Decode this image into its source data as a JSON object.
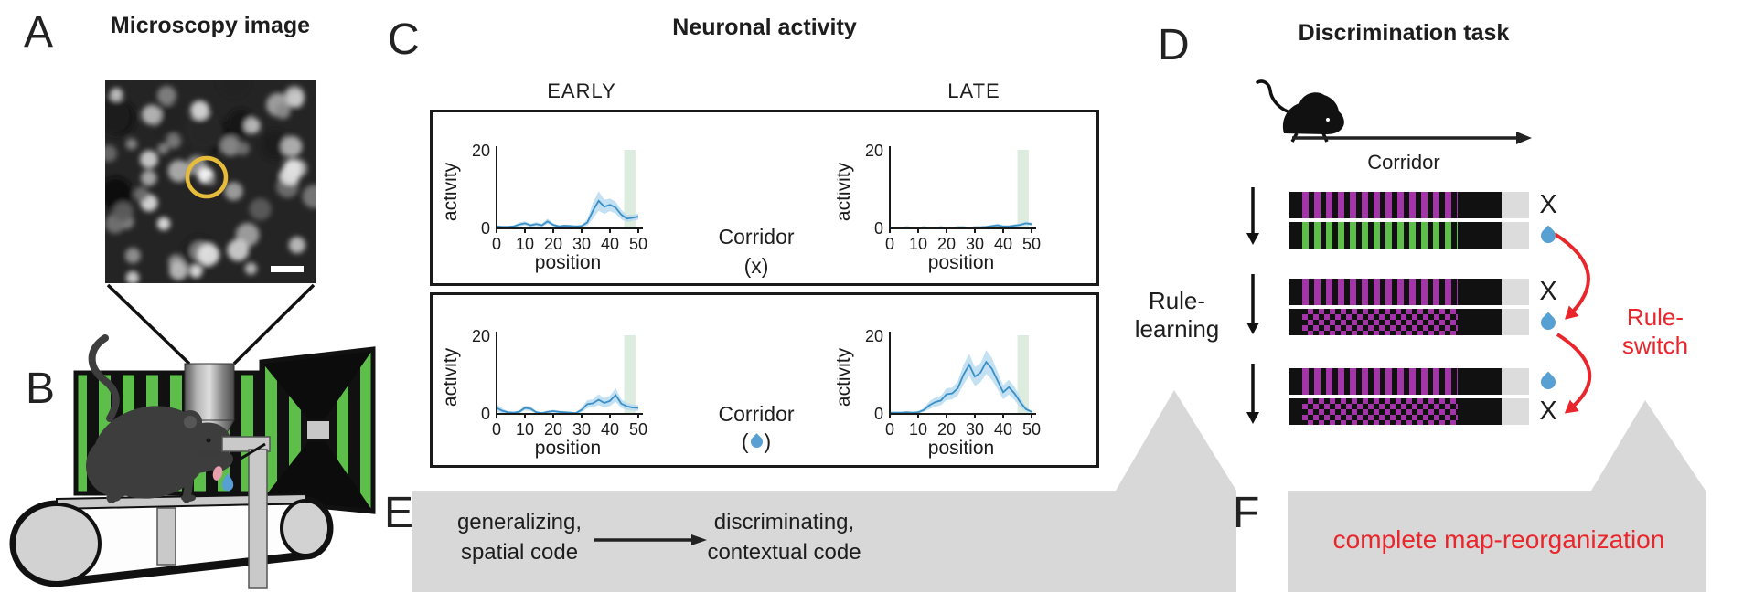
{
  "letters": {
    "A": "A",
    "B": "B",
    "C": "C",
    "D": "D",
    "E": "E",
    "F": "F"
  },
  "panelA": {
    "title": "Microscopy image"
  },
  "panelC": {
    "title": "Neuronal activity",
    "early": "EARLY",
    "late": "LATE",
    "row1": {
      "center": "Corridor",
      "sub": "(x)"
    },
    "row2": {
      "center": "Corridor",
      "sub_open": "(",
      "sub_close": ")"
    },
    "axis": {
      "xlabel": "position",
      "ylabel": "activity",
      "xticks": [
        0,
        10,
        20,
        30,
        40,
        50
      ],
      "yticks": [
        0,
        20
      ],
      "xlim": [
        0,
        52
      ],
      "ylim": [
        0,
        20
      ],
      "reward_zone": [
        45,
        49
      ]
    }
  },
  "panelD": {
    "title": "Discrimination task",
    "corridor": "Corridor",
    "x_label": "X",
    "rule_learning": [
      "Rule-",
      "learning"
    ],
    "rule_switch": [
      "Rule-",
      "switch"
    ],
    "trials": [
      {
        "pattern": "stripes",
        "color": "purple",
        "outcome": "x"
      },
      {
        "pattern": "stripes",
        "color": "green",
        "outcome": "drop"
      },
      {
        "pattern": "stripes",
        "color": "purple",
        "outcome": "x"
      },
      {
        "pattern": "checker",
        "color": "purple",
        "outcome": "drop"
      },
      {
        "pattern": "stripes",
        "color": "purple",
        "outcome": "drop"
      },
      {
        "pattern": "checker",
        "color": "purple",
        "outcome": "x"
      }
    ]
  },
  "panelE": {
    "left": [
      "generalizing,",
      "spatial code"
    ],
    "right": [
      "discriminating,",
      "contextual code"
    ]
  },
  "panelF": {
    "text": "complete map-reorganization"
  },
  "chart_data": [
    {
      "type": "line",
      "name": "EARLY corridor (x)",
      "xlabel": "position",
      "ylabel": "activity",
      "ylim": [
        0,
        20
      ],
      "reward_zone": [
        45,
        49
      ],
      "x": [
        0,
        2,
        4,
        6,
        8,
        10,
        12,
        14,
        16,
        18,
        20,
        22,
        24,
        26,
        28,
        30,
        32,
        34,
        36,
        38,
        40,
        42,
        44,
        46,
        48,
        50
      ],
      "y": [
        0.5,
        0.4,
        0.4,
        0.5,
        1.0,
        1.3,
        0.8,
        1.1,
        0.8,
        1.8,
        0.9,
        0.5,
        0.7,
        0.6,
        0.5,
        0.6,
        1.5,
        4.5,
        7.0,
        5.5,
        6.0,
        5.3,
        3.5,
        2.5,
        2.7,
        3.0
      ],
      "err": [
        0.3,
        0.2,
        0.2,
        0.3,
        0.5,
        0.5,
        0.4,
        0.5,
        0.4,
        0.7,
        0.4,
        0.3,
        0.3,
        0.3,
        0.3,
        0.3,
        0.8,
        2.0,
        2.5,
        1.8,
        1.6,
        1.5,
        1.2,
        0.9,
        0.8,
        0.8
      ]
    },
    {
      "type": "line",
      "name": "LATE corridor (x)",
      "xlabel": "position",
      "ylabel": "activity",
      "ylim": [
        0,
        20
      ],
      "reward_zone": [
        45,
        49
      ],
      "x": [
        0,
        2,
        4,
        6,
        8,
        10,
        12,
        14,
        16,
        18,
        20,
        22,
        24,
        26,
        28,
        30,
        32,
        34,
        36,
        38,
        40,
        42,
        44,
        46,
        48,
        50
      ],
      "y": [
        0.2,
        0.2,
        0.2,
        0.3,
        0.2,
        0.2,
        0.3,
        0.2,
        0.2,
        0.3,
        0.2,
        0.2,
        0.3,
        0.3,
        0.2,
        0.3,
        0.3,
        0.4,
        0.6,
        0.8,
        0.5,
        0.5,
        0.7,
        0.9,
        1.3,
        1.1
      ],
      "err": [
        0.1,
        0.1,
        0.1,
        0.15,
        0.1,
        0.1,
        0.15,
        0.1,
        0.1,
        0.15,
        0.1,
        0.1,
        0.15,
        0.15,
        0.1,
        0.15,
        0.15,
        0.2,
        0.3,
        0.4,
        0.3,
        0.3,
        0.35,
        0.4,
        0.45,
        0.4
      ]
    },
    {
      "type": "line",
      "name": "EARLY corridor (drop)",
      "xlabel": "position",
      "ylabel": "activity",
      "ylim": [
        0,
        20
      ],
      "reward_zone": [
        45,
        49
      ],
      "x": [
        0,
        2,
        4,
        6,
        8,
        10,
        12,
        14,
        16,
        18,
        20,
        22,
        24,
        26,
        28,
        30,
        32,
        34,
        36,
        38,
        40,
        42,
        44,
        46,
        48,
        50
      ],
      "y": [
        1.5,
        0.8,
        0.4,
        0.3,
        0.5,
        1.5,
        1.3,
        0.4,
        0.2,
        0.5,
        0.7,
        0.5,
        0.4,
        0.3,
        0.2,
        1.0,
        2.5,
        2.7,
        3.6,
        2.8,
        3.3,
        4.8,
        2.6,
        1.9,
        1.6,
        1.5
      ],
      "err": [
        1.0,
        0.6,
        0.3,
        0.2,
        0.4,
        0.6,
        0.6,
        0.3,
        0.2,
        0.3,
        0.35,
        0.3,
        0.3,
        0.2,
        0.2,
        0.6,
        1.0,
        1.0,
        1.4,
        1.2,
        1.3,
        1.7,
        1.1,
        0.9,
        0.8,
        0.7
      ]
    },
    {
      "type": "line",
      "name": "LATE corridor (drop)",
      "xlabel": "position",
      "ylabel": "activity",
      "ylim": [
        0,
        20
      ],
      "reward_zone": [
        45,
        49
      ],
      "x": [
        0,
        2,
        4,
        6,
        8,
        10,
        12,
        14,
        16,
        18,
        20,
        22,
        24,
        26,
        28,
        30,
        32,
        34,
        36,
        38,
        40,
        42,
        44,
        46,
        48,
        50
      ],
      "y": [
        0.3,
        0.3,
        0.3,
        0.4,
        0.3,
        0.4,
        1.0,
        2.2,
        3.0,
        3.4,
        5.0,
        5.2,
        6.5,
        10.0,
        12.5,
        9.5,
        10.5,
        13.2,
        11.5,
        8.5,
        5.5,
        6.8,
        5.2,
        3.0,
        1.2,
        0.5
      ],
      "err": [
        0.2,
        0.2,
        0.2,
        0.3,
        0.2,
        0.3,
        0.5,
        1.0,
        1.2,
        1.2,
        1.5,
        1.5,
        1.8,
        2.5,
        2.8,
        2.4,
        2.4,
        3.0,
        2.8,
        2.2,
        1.8,
        1.9,
        1.7,
        1.3,
        0.6,
        0.3
      ]
    }
  ],
  "colors": {
    "green": "#5dbf4a",
    "purple": "#a335a8",
    "red": "#e8262b",
    "droplet_blue": "#56a0d3",
    "line_blue": "#3a8fc7",
    "band_blue": "#b9dcf0",
    "reward_green": "#dcecdf",
    "banner_gray": "#d8d8d8",
    "circle_yellow": "#e6bc3a",
    "bar_black": "#111111",
    "endzone_gray": "#dcdcdc"
  }
}
